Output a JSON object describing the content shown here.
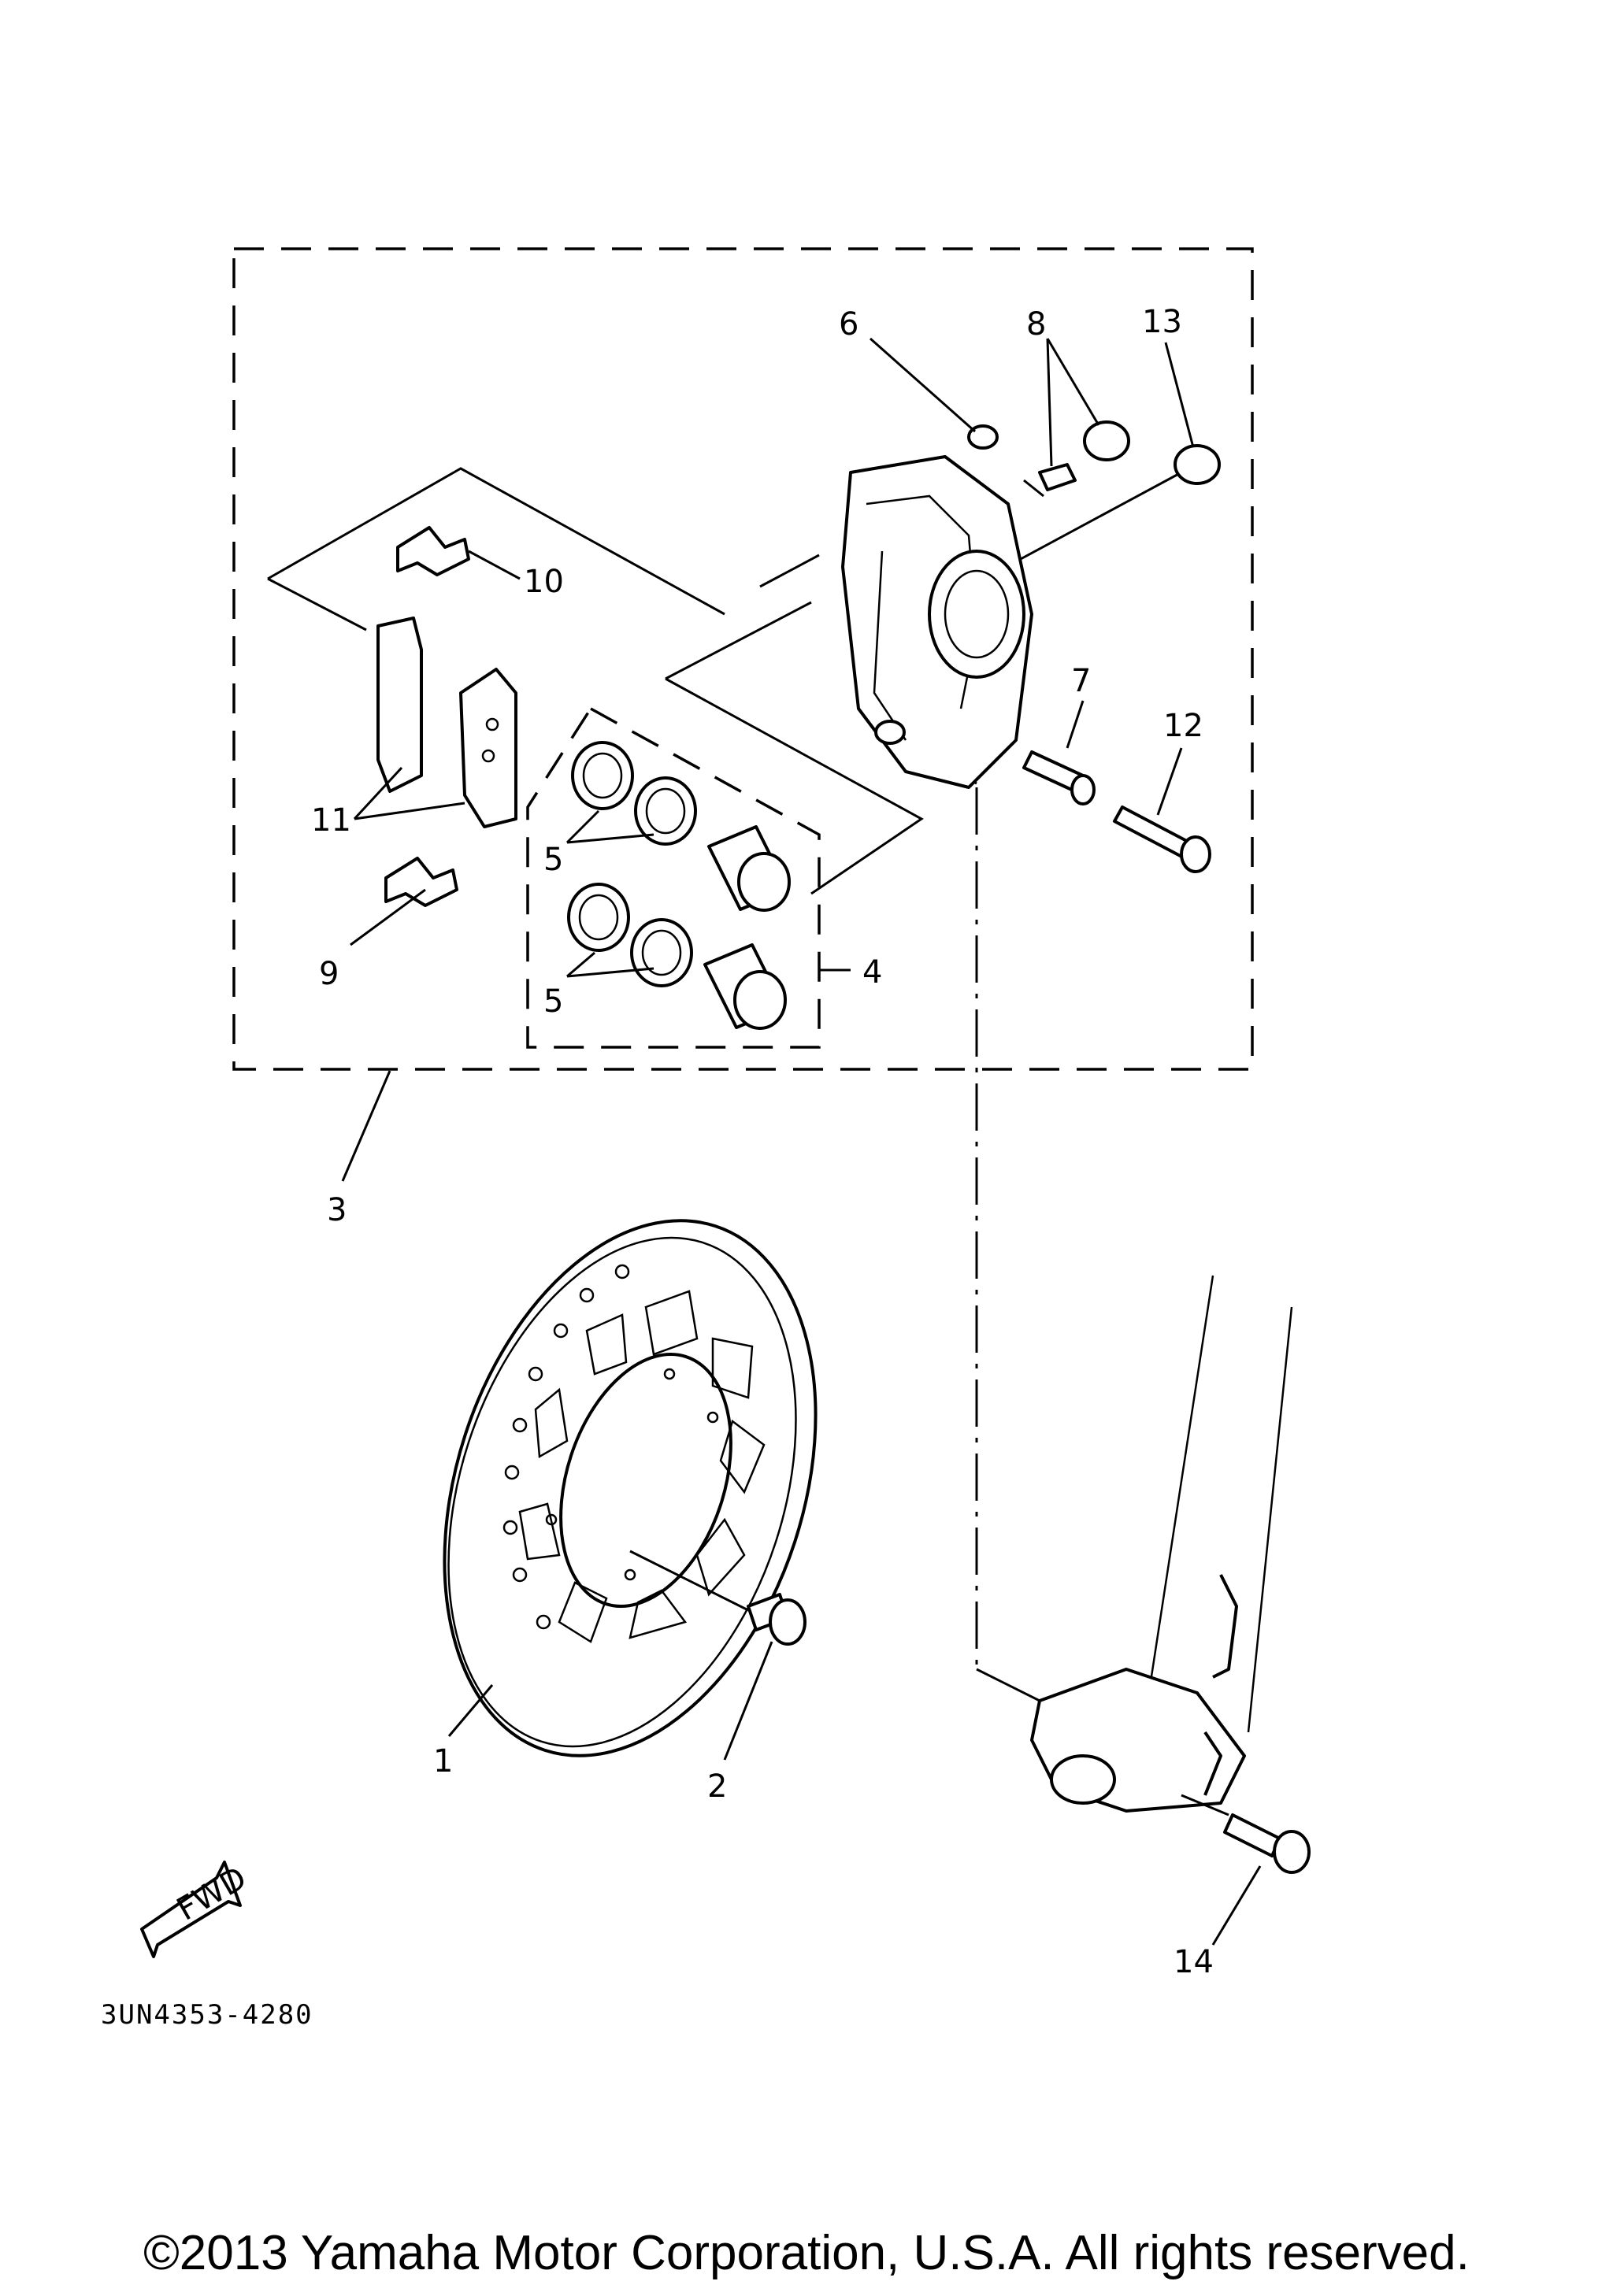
{
  "diagram": {
    "callouts": [
      {
        "id": "1",
        "label": "1"
      },
      {
        "id": "2",
        "label": "2"
      },
      {
        "id": "3",
        "label": "3"
      },
      {
        "id": "4",
        "label": "4"
      },
      {
        "id": "5a",
        "label": "5"
      },
      {
        "id": "5b",
        "label": "5"
      },
      {
        "id": "6",
        "label": "6"
      },
      {
        "id": "7",
        "label": "7"
      },
      {
        "id": "8",
        "label": "8"
      },
      {
        "id": "9",
        "label": "9"
      },
      {
        "id": "10",
        "label": "10"
      },
      {
        "id": "11",
        "label": "11"
      },
      {
        "id": "12",
        "label": "12"
      },
      {
        "id": "13",
        "label": "13"
      },
      {
        "id": "14",
        "label": "14"
      }
    ],
    "fwd_label": "FWD",
    "diagram_code": "3UN4353-4280"
  },
  "footer": {
    "copyright": "©2013 Yamaha Motor Corporation, U.S.A. All rights reserved."
  }
}
